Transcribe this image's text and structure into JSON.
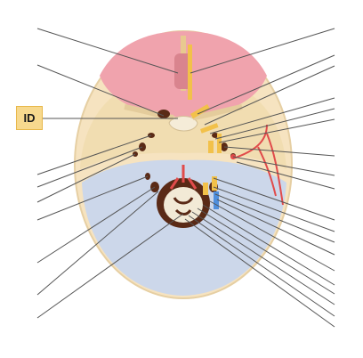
{
  "badge": {
    "text": "ID"
  },
  "colors": {
    "anterior_fossa": "#f0a3ad",
    "middle_fossa": "#f1ddb1",
    "posterior_fossa": "#c9d6ec",
    "bone_rim": "#f6e3c0",
    "foramen": "#5a2a16",
    "nerve": "#f2c14a",
    "artery": "#e14b4b",
    "vein": "#4f8fdd",
    "leader_line": "#555555",
    "badge_fill": "#f7d98e"
  },
  "labels": {
    "left_count": 10,
    "right_count": 19
  }
}
